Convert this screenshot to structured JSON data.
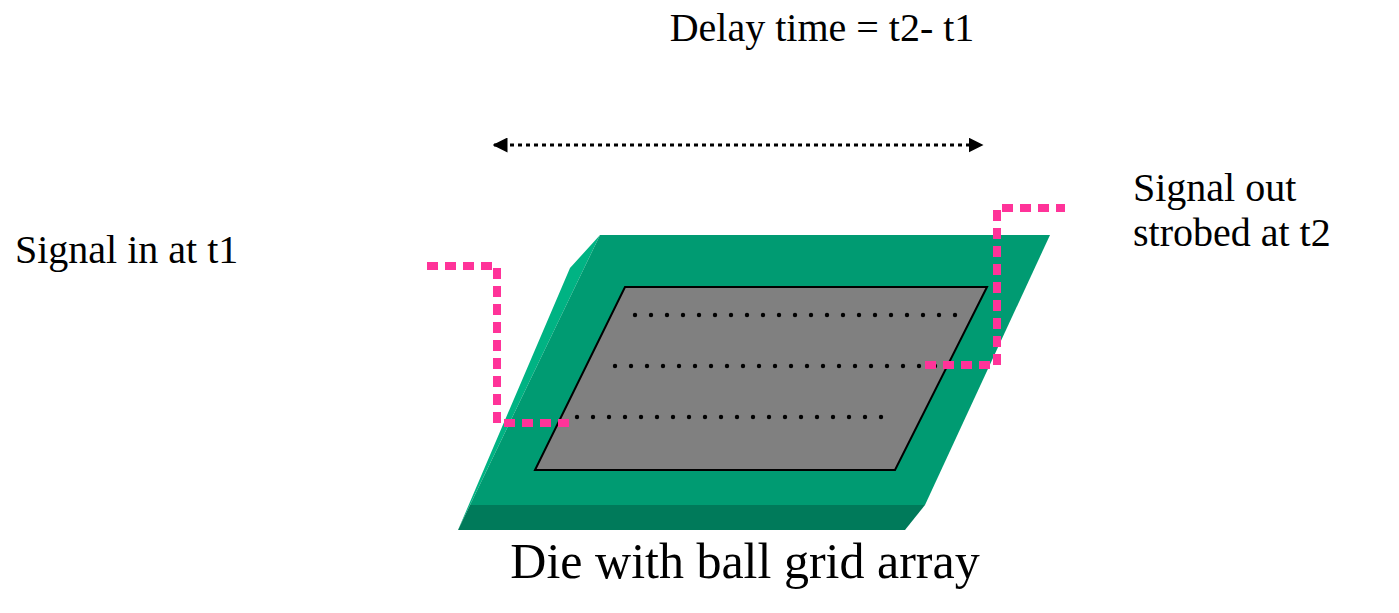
{
  "diagram": {
    "labels": [
      "Delay time = t2- t1",
      "Signal in at t1",
      "Signal out strobed at t2",
      "Die with ball grid array"
    ]
  }
}
